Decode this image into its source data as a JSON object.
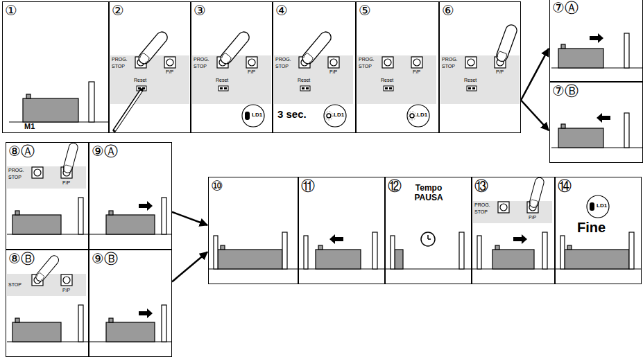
{
  "diagram": {
    "nodes": [
      {
        "text": [
          "①"
        ]
      },
      {
        "text": [
          "②"
        ]
      },
      {
        "text": [
          "③"
        ]
      },
      {
        "text": [
          "④"
        ]
      },
      {
        "text": [
          "⑤"
        ]
      },
      {
        "text": [
          "⑥"
        ]
      },
      {
        "text": [
          "⑦Ⓐ"
        ]
      },
      {
        "text": [
          "⑦Ⓑ"
        ]
      },
      {
        "text": [
          "⑧Ⓐ"
        ]
      },
      {
        "text": [
          "⑨Ⓐ"
        ]
      },
      {
        "text": [
          "⑧Ⓑ"
        ]
      },
      {
        "text": [
          "⑨Ⓑ"
        ]
      },
      {
        "text": [
          "⑩"
        ]
      },
      {
        "text": [
          "⑪"
        ]
      },
      {
        "text": [
          "⑫"
        ]
      },
      {
        "text": [
          "⑬"
        ]
      },
      {
        "text": [
          "⑭"
        ]
      }
    ],
    "edges": [
      {
        "from": 5,
        "to": 6,
        "arrow": "to"
      },
      {
        "from": 5,
        "to": 7,
        "arrow": "to"
      },
      {
        "from": 9,
        "to": 12,
        "arrow": "to"
      },
      {
        "from": 11,
        "to": 12,
        "arrow": "to"
      }
    ],
    "labels": [
      "M1",
      "PROG.",
      "STOP",
      "P/P",
      "Reset",
      "PROG.",
      "STOP",
      "P/P",
      "Reset",
      "LD1",
      "PROG.",
      "STOP",
      "P/P",
      "Reset",
      "3 sec.",
      "LD1",
      "PROG.",
      "STOP",
      "P/P",
      "Reset",
      "LD1",
      "PROG.",
      "STOP",
      "P/P",
      "Reset",
      "PROG.",
      "STOP",
      "P/P",
      "STOP",
      "P/P",
      "Tempo PAUSA",
      "PROG.",
      "STOP",
      "P/P",
      "LD1",
      "Fine"
    ]
  }
}
